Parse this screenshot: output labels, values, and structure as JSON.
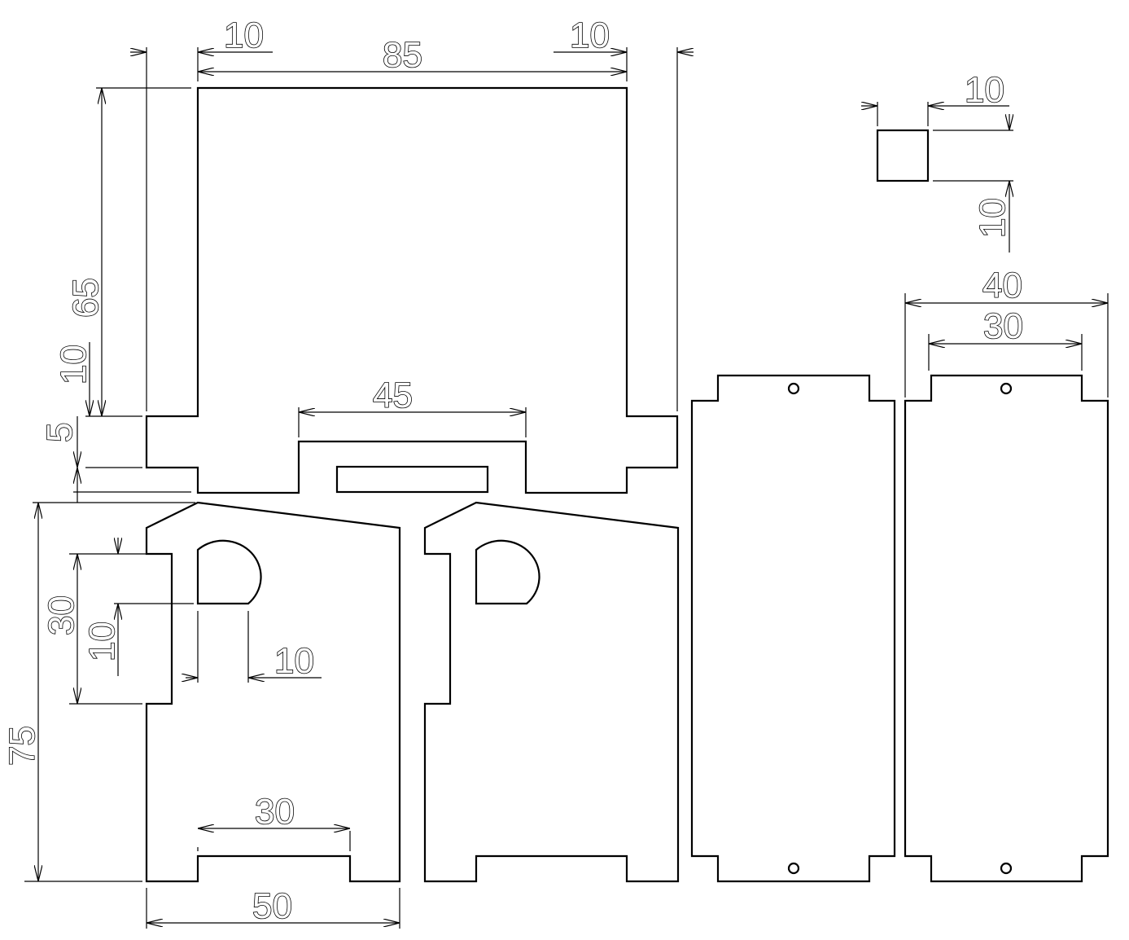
{
  "title": "Birdhouse cut pattern",
  "colors": {
    "line": "#000000",
    "background": "#ffffff"
  },
  "dimensions": {
    "top_left_margin": "10",
    "top_width": "85",
    "top_right_margin": "10",
    "height_65": "65",
    "height_10": "10",
    "height_5": "5",
    "slot_45": "45",
    "small_w": "10",
    "small_h": "10",
    "panel_40": "40",
    "panel_30": "30",
    "side_30": "30",
    "hole_10_v": "10",
    "hole_10_h": "10",
    "side_75": "75",
    "foot_30": "30",
    "side_50": "50"
  }
}
